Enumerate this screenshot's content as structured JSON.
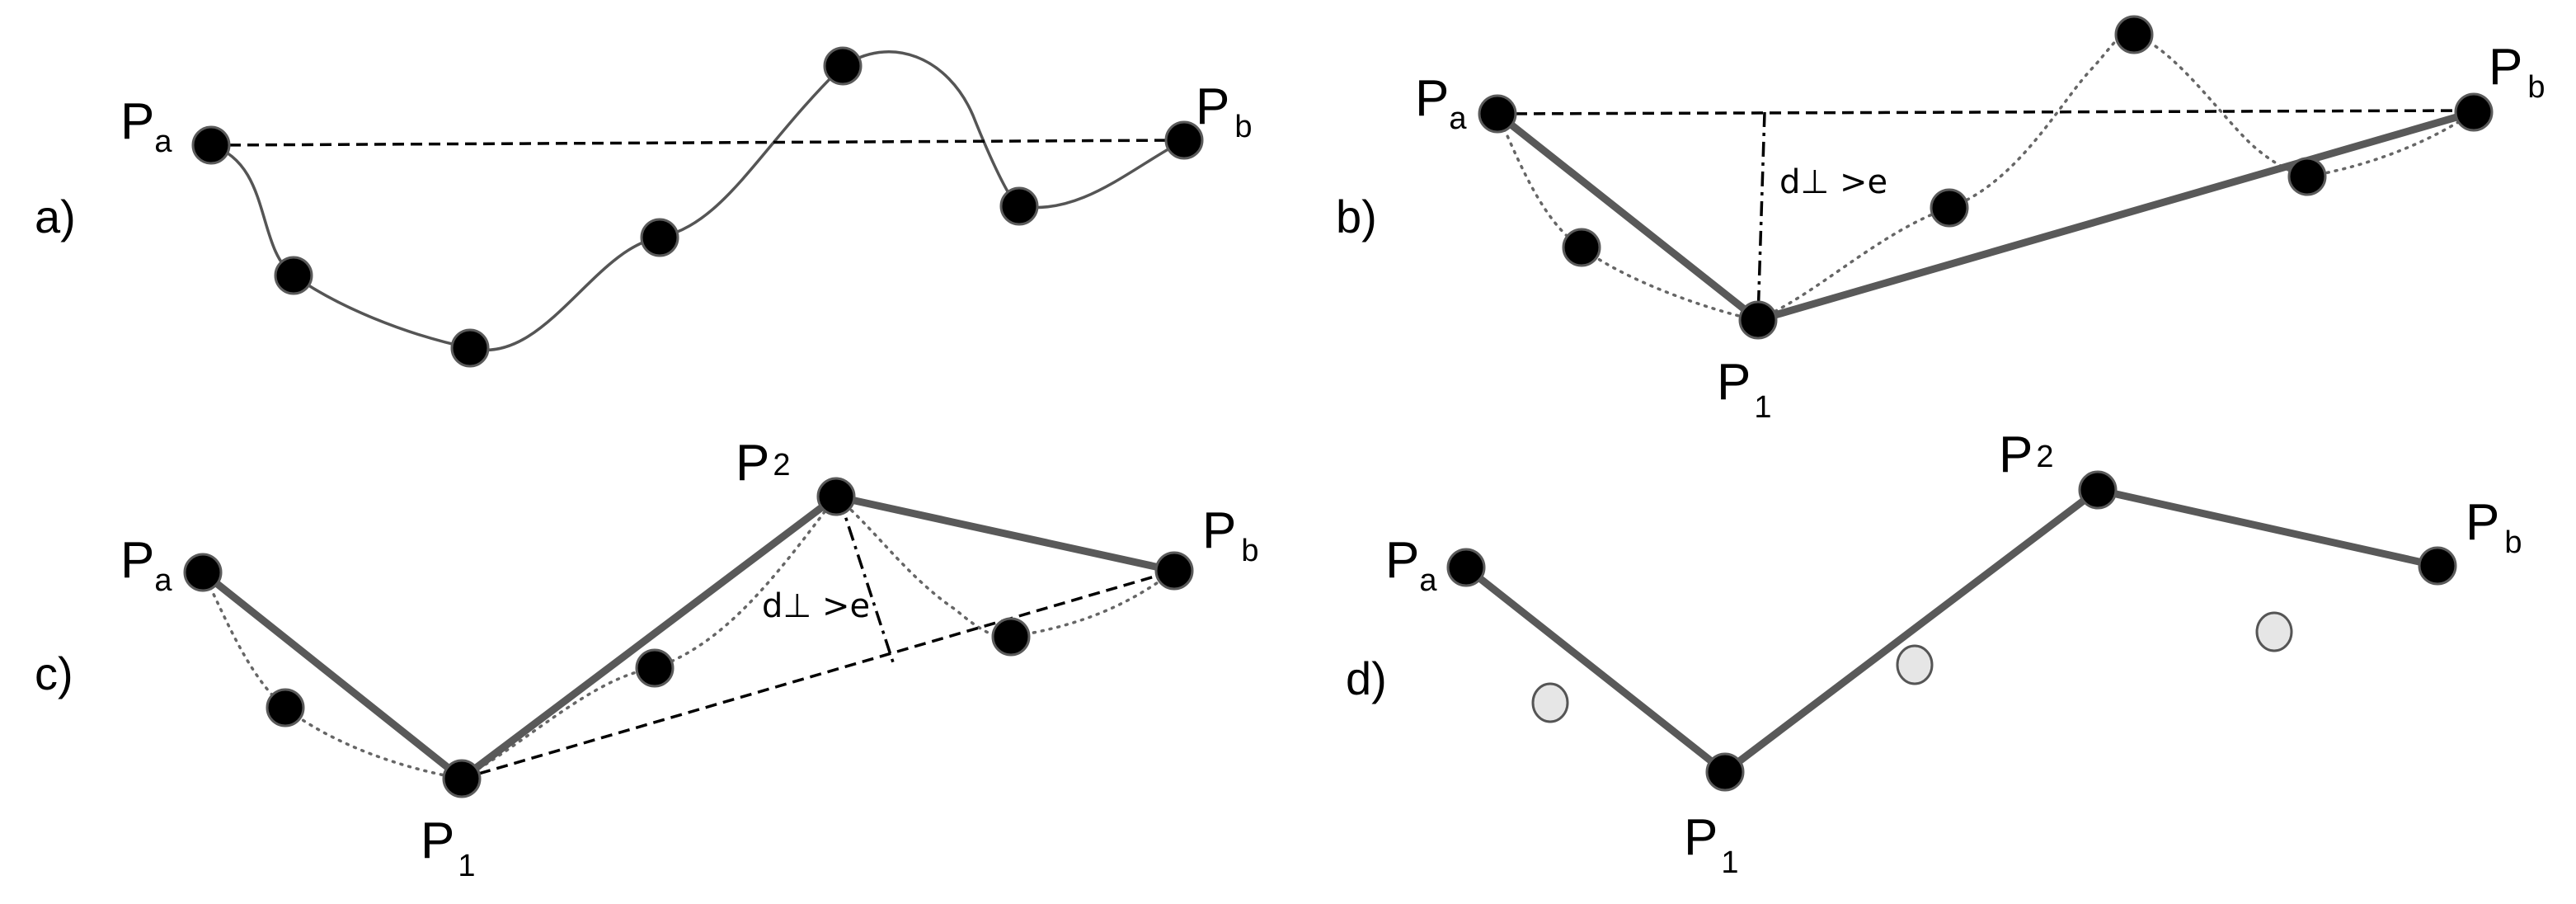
{
  "panels": {
    "a": {
      "label": "a)"
    },
    "b": {
      "label": "b)",
      "annotation": "d⊥ >e"
    },
    "c": {
      "label": "c)",
      "annotation": "d⊥ >e"
    },
    "d": {
      "label": "d)"
    }
  },
  "points": {
    "pa": {
      "main": "P",
      "sub": "a"
    },
    "pb": {
      "main": "P",
      "sub": "b"
    },
    "p1": {
      "main": "P",
      "sub": "1"
    },
    "p2": {
      "main": "P",
      "sub": "2"
    }
  },
  "colors": {
    "point_fill": "#000000",
    "removed_point_fill": "#e6e6e6",
    "line": "#595959"
  }
}
